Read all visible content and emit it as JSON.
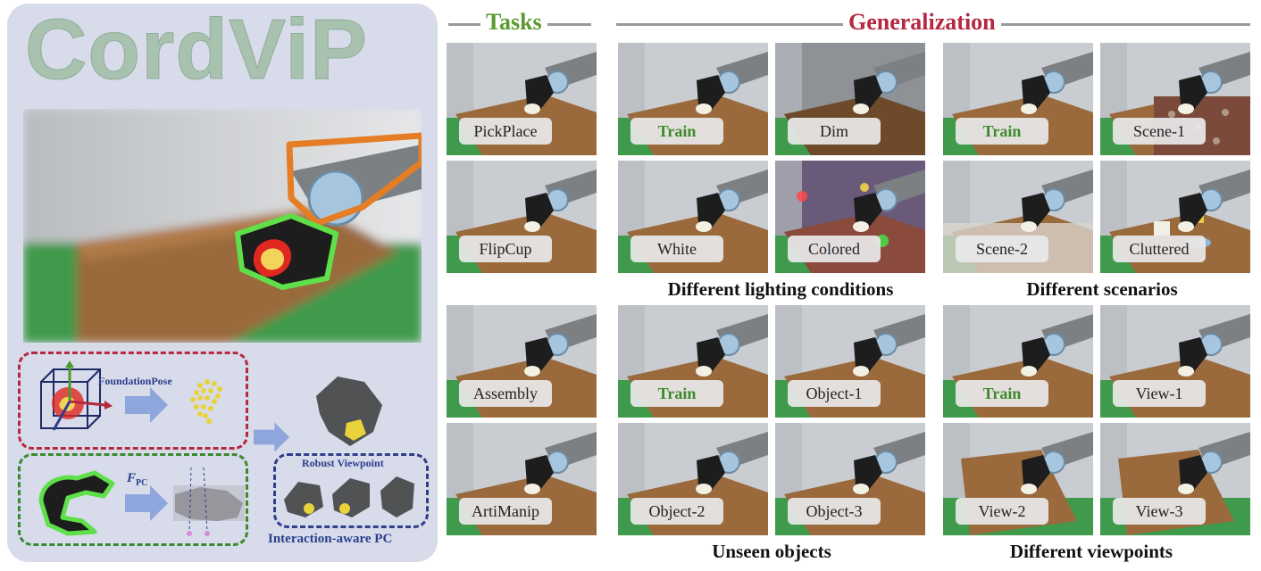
{
  "brand": {
    "title": "CordViP"
  },
  "method": {
    "foundation_pose_label": "FoundationPose",
    "fpc_symbol": "F",
    "fpc_subscript": "PC",
    "robust_viewpoint_label": "Robust Viewpoint",
    "interaction_aware_label": "Interaction-aware PC"
  },
  "headers": {
    "tasks": "Tasks",
    "generalization": "Generalization"
  },
  "tasks": [
    "PickPlace",
    "FlipCup",
    "Assembly",
    "ArtiManip"
  ],
  "lighting": [
    "Train",
    "Dim",
    "White",
    "Colored"
  ],
  "scenarios": [
    "Train",
    "Scene-1",
    "Scene-2",
    "Cluttered"
  ],
  "objects": [
    "Train",
    "Object-1",
    "Object-2",
    "Object-3"
  ],
  "viewpoints": [
    "Train",
    "View-1",
    "View-2",
    "View-3"
  ],
  "captions": {
    "lighting": "Different lighting conditions",
    "scenarios": "Different scenarios",
    "objects": "Unseen objects",
    "viewpoints": "Different viewpoints"
  },
  "colors": {
    "tasks_header": "#5a9a2e",
    "generalization_header": "#b5283f",
    "train_label": "#3c8a2c",
    "panel_bg": "#d7dbea",
    "table_wood": "#9a6a3c",
    "green_cloth": "#3f9a4c",
    "wall": "#c9ccd0"
  },
  "icons": [
    "robot-arm-icon",
    "point-cloud-icon",
    "arrow-right-icon",
    "coordinate-axes-icon",
    "gripper-icon"
  ]
}
